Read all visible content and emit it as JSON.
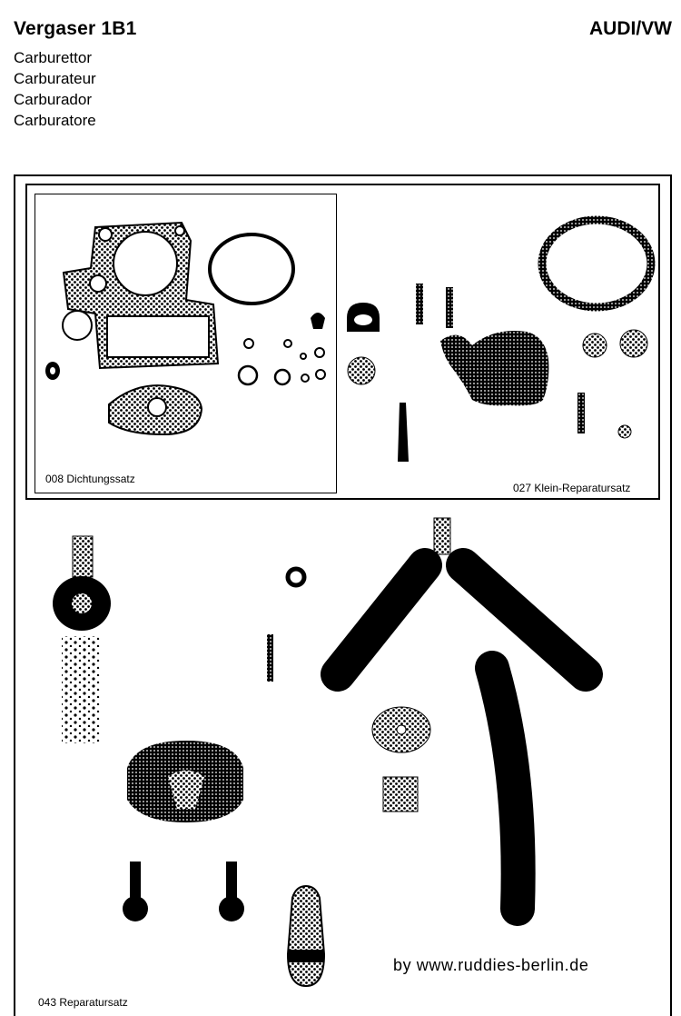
{
  "header": {
    "title": "Vergaser 1B1",
    "brand": "AUDI/VW",
    "subtitles": [
      "Carburettor",
      "Carburateur",
      "Carburador",
      "Carburatore"
    ]
  },
  "kits": [
    {
      "label": "008 Dichtungssatz"
    },
    {
      "label": "027 Klein-Reparatursatz"
    },
    {
      "label": "043 Reparatursatz"
    }
  ],
  "footer": {
    "website": "by  www.ruddies-berlin.de"
  }
}
